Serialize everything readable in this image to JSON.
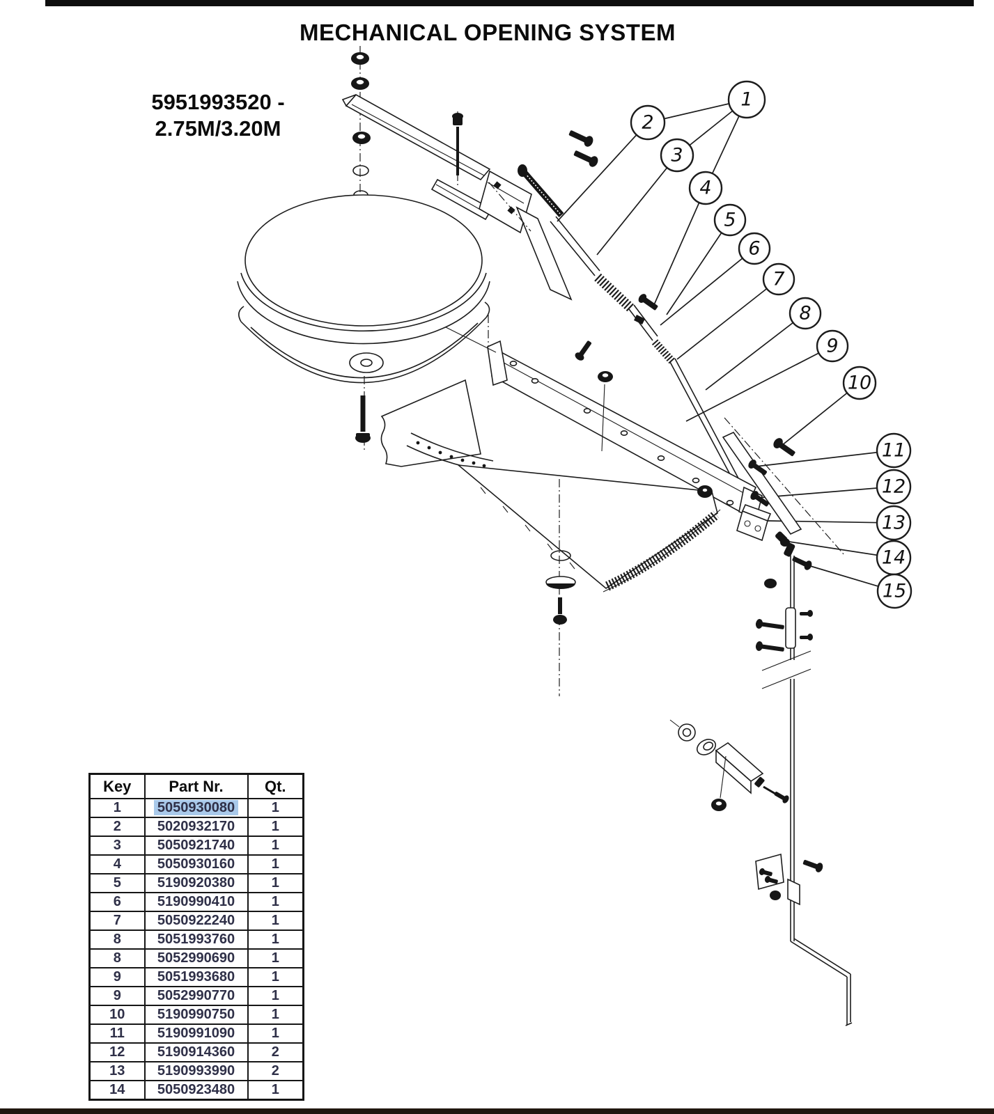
{
  "page": {
    "title": "MECHANICAL OPENING SYSTEM",
    "model_line1": "5951993520 -",
    "model_line2": "2.75M/3.20M"
  },
  "colors": {
    "ink": "#1c1c1c",
    "highlight": "#a9c9ea",
    "top_bar": "#0e0e0e",
    "bottom_bar": "#20170f"
  },
  "diagram": {
    "callouts": [
      {
        "label": "1"
      },
      {
        "label": "2"
      },
      {
        "label": "3"
      },
      {
        "label": "4"
      },
      {
        "label": "5"
      },
      {
        "label": "6"
      },
      {
        "label": "7"
      },
      {
        "label": "8"
      },
      {
        "label": "9"
      },
      {
        "label": "10"
      },
      {
        "label": "11"
      },
      {
        "label": "12"
      },
      {
        "label": "13"
      },
      {
        "label": "14"
      },
      {
        "label": "15"
      }
    ]
  },
  "table": {
    "headers": {
      "key": "Key",
      "part": "Part Nr.",
      "qty": "Qt."
    },
    "rows": [
      {
        "key": "1",
        "part": "5050930080",
        "qty": "1"
      },
      {
        "key": "2",
        "part": "5020932170",
        "qty": "1"
      },
      {
        "key": "3",
        "part": "5050921740",
        "qty": "1"
      },
      {
        "key": "4",
        "part": "5050930160",
        "qty": "1"
      },
      {
        "key": "5",
        "part": "5190920380",
        "qty": "1"
      },
      {
        "key": "6",
        "part": "5190990410",
        "qty": "1"
      },
      {
        "key": "7",
        "part": "5050922240",
        "qty": "1"
      },
      {
        "key": "8",
        "part": "5051993760",
        "qty": "1"
      },
      {
        "key": "8",
        "part": "5052990690",
        "qty": "1"
      },
      {
        "key": "9",
        "part": "5051993680",
        "qty": "1"
      },
      {
        "key": "9",
        "part": "5052990770",
        "qty": "1"
      },
      {
        "key": "10",
        "part": "5190990750",
        "qty": "1"
      },
      {
        "key": "11",
        "part": "5190991090",
        "qty": "1"
      },
      {
        "key": "12",
        "part": "5190914360",
        "qty": "2"
      },
      {
        "key": "13",
        "part": "5190993990",
        "qty": "2"
      },
      {
        "key": "14",
        "part": "5050923480",
        "qty": "1"
      }
    ]
  }
}
